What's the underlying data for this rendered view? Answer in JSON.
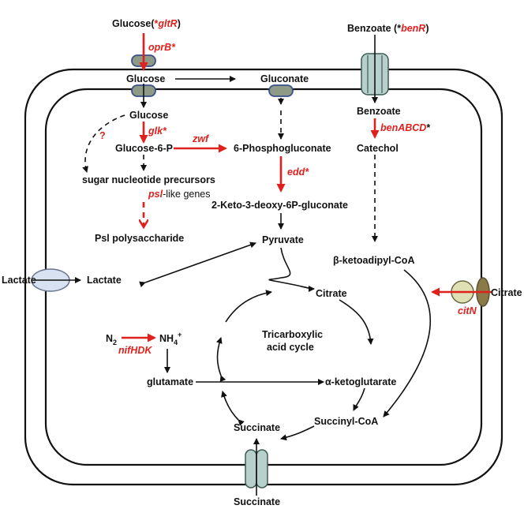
{
  "nodes": {
    "glucose_ext": "Glucose",
    "gltR_open": "(",
    "gltR_star": "*",
    "gltR": "gltR",
    "gltR_close": ")",
    "oprB": "oprB*",
    "glucose_peri": "Glucose",
    "gluconate": "Gluconate",
    "glucose_cyto": "Glucose",
    "question": "?",
    "glk": "glk*",
    "glucose6p": "Glucose-6-P",
    "zwf": "zwf",
    "phosphogluconate": "6-Phosphogluconate",
    "sugar_precursors": "sugar nucleotide precursors",
    "psl_italic": "psl",
    "psl_rest": "-like genes",
    "edd": "edd*",
    "kdpg": "2-Keto-3-deoxy-6P-gluconate",
    "psl_polysaccharide": "Psl polysaccharide",
    "pyruvate": "Pyruvate",
    "benzoate_ext": "Benzoate (",
    "benR_star": "*",
    "benR": "benR",
    "benR_close": ")",
    "benzoate_in": "Benzoate",
    "benABCD": "benABCD",
    "benABCD_star": "*",
    "catechol": "Catechol",
    "ketoadipyl": "β-ketoadipyl-CoA",
    "lactate_ext": "Lactate",
    "lactate_in": "Lactate",
    "citrate_in": "Citrate",
    "citrate_ext": "Citrate",
    "citN": "citN",
    "n2": "N",
    "n2_sub": "2",
    "nifHDK_italic": "nifH",
    "nifHDK_rest": "DK",
    "nh4": "NH",
    "nh4_sub": "4",
    "nh4_sup": "+",
    "tca_line1": "Tricarboxylic",
    "tca_line2": "acid cycle",
    "glutamate": "glutamate",
    "ketoglutarate": "α-ketoglutarate",
    "succinyl_coa": "Succinyl-CoA",
    "succinate_in": "Succinate",
    "succinate_ext": "Succinate"
  },
  "colors": {
    "highlight": "#e0201c",
    "ink": "#111111",
    "porin_fill": "#8f9a86",
    "porin_edge": "#3a4f8c",
    "channel_fill": "#b8d0cc",
    "ellipse_fill": "#d8e2f0",
    "citrate_carrier": "#8a7a48"
  }
}
